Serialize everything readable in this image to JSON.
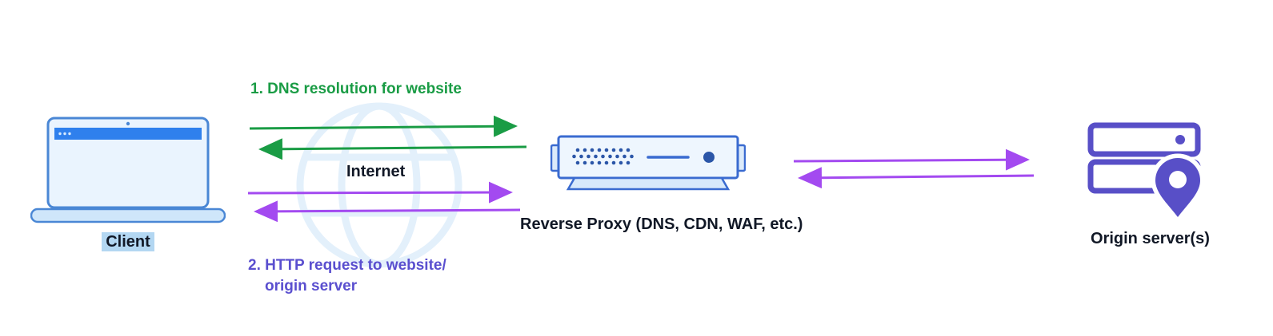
{
  "nodes": {
    "client": {
      "label": "Client"
    },
    "internet": {
      "label": "Internet"
    },
    "reverse_proxy": {
      "label": "Reverse Proxy (DNS, CDN, WAF, etc.)"
    },
    "origin": {
      "label": "Origin server(s)"
    }
  },
  "annotations": {
    "dns": {
      "label": "1. DNS resolution for website"
    },
    "http": {
      "line1": "2. HTTP request to website/",
      "line2": "origin server"
    }
  },
  "colors": {
    "green_arrow": "#1a9c45",
    "purple_arrow": "#a34af0",
    "purple_text": "#5a4fcf",
    "client_blue": "#4a87d5",
    "proxy_border": "#3a6bd0",
    "proxy_dot_blue": "#2b56a8",
    "origin_purple": "#584fc7",
    "client_highlight": "#b3d7f2",
    "label_text": "#111826",
    "globe_watermark": "#e3f0fb",
    "background": "#ffffff"
  }
}
